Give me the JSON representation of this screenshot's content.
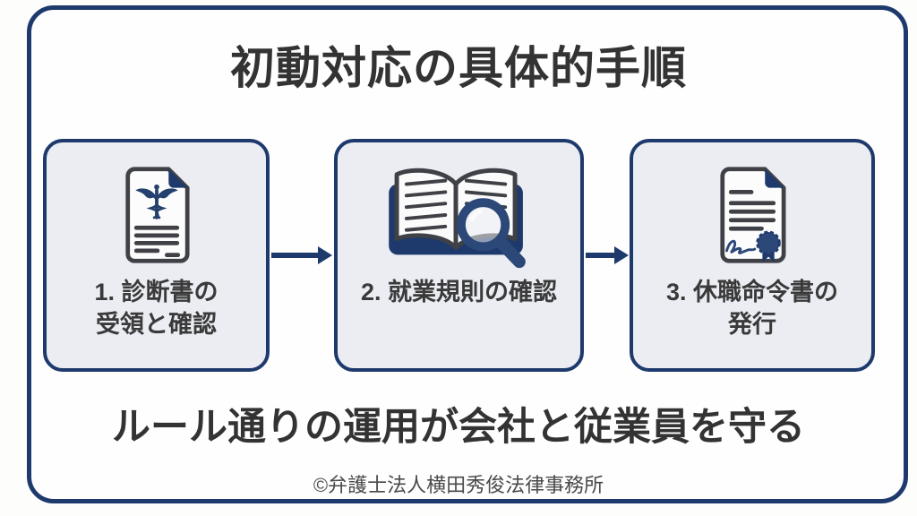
{
  "colors": {
    "navy": "#1e3a6d",
    "icon_navy": "#28446f",
    "box_fill": "#ebedf3",
    "text_dark": "#333333",
    "label_gray": "#3a3a3a",
    "icon_stroke": "#3f4146"
  },
  "title": "初動対応の具体的手順",
  "steps": [
    {
      "icon": "medical-certificate-icon",
      "line1": "1. 診断書の",
      "line2": "受領と確認"
    },
    {
      "icon": "rulebook-magnifier-icon",
      "line1": "2. 就業規則の確認",
      "line2": ""
    },
    {
      "icon": "leave-order-seal-icon",
      "line1": "3. 休職命令書の",
      "line2": "発行"
    }
  ],
  "conclusion": "ルール通りの運用が会社と従業員を守る",
  "copyright": "©弁護士法人横田秀俊法律事務所"
}
